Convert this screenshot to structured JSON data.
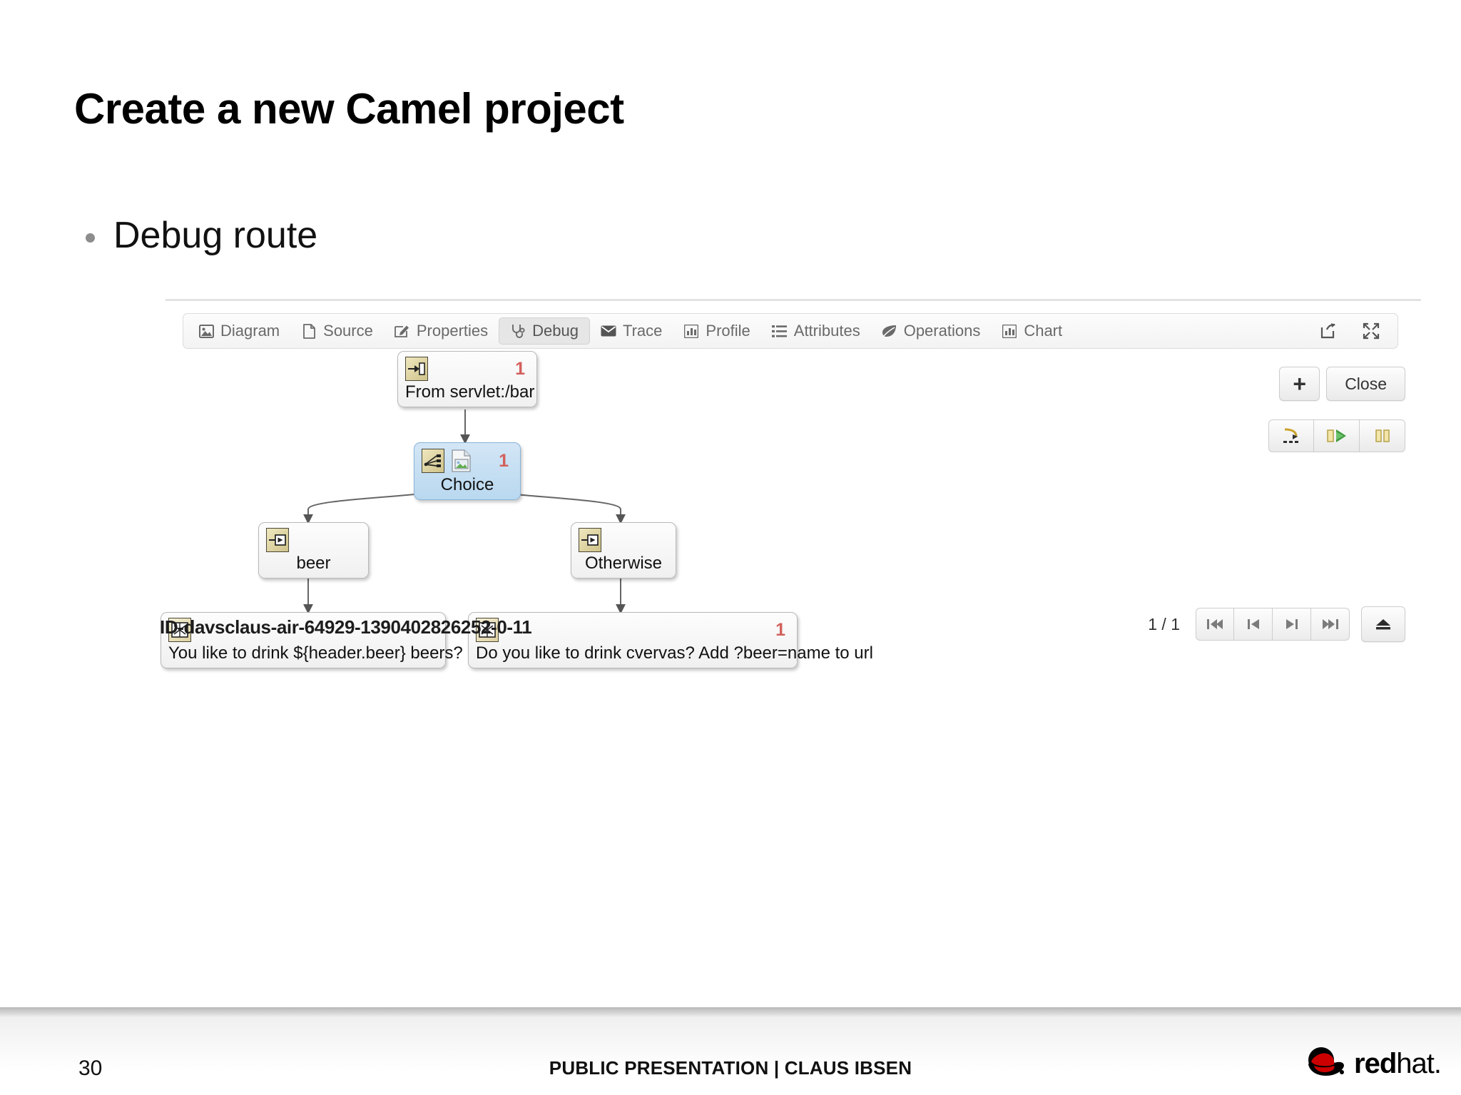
{
  "slide": {
    "title": "Create a new Camel project",
    "bullet": "Debug route",
    "page_number": "30",
    "footer_center": "PUBLIC PRESENTATION | CLAUS IBSEN",
    "logo_text_bold": "red",
    "logo_text_light": "hat.",
    "logo_color": "#cc0000"
  },
  "app": {
    "tabs": [
      {
        "label": "Diagram",
        "icon": "image-icon",
        "active": false
      },
      {
        "label": "Source",
        "icon": "file-icon",
        "active": false
      },
      {
        "label": "Properties",
        "icon": "edit-icon",
        "active": false
      },
      {
        "label": "Debug",
        "icon": "stethoscope-icon",
        "active": true
      },
      {
        "label": "Trace",
        "icon": "envelope-icon",
        "active": false
      },
      {
        "label": "Profile",
        "icon": "bar-chart-icon",
        "active": false
      },
      {
        "label": "Attributes",
        "icon": "list-icon",
        "active": false
      },
      {
        "label": "Operations",
        "icon": "leaf-icon",
        "active": false
      },
      {
        "label": "Chart",
        "icon": "bar-chart-icon",
        "active": false
      }
    ],
    "toolbar_right": [
      {
        "name": "external-link-icon"
      },
      {
        "name": "fullscreen-icon"
      }
    ],
    "debug_controls": {
      "add_label": "+",
      "close_label": "Close",
      "step_icon": "step-over-icon",
      "resume_icon": "resume-play-icon",
      "pause_icon": "pause-icon"
    },
    "pager": {
      "count": "1 / 1",
      "first": "first-page-icon",
      "prev": "previous-page-icon",
      "next": "next-page-icon",
      "last": "last-page-icon",
      "eject": "eject-icon"
    },
    "exchange_id": "ID-davsclaus-air-64929-1390402826252-0-11",
    "badge_color": "#d2605c",
    "selected_node_color": "#c2dcf0",
    "diagram": {
      "nodes": [
        {
          "id": "from",
          "label": "From servlet:/bar",
          "badge": "1",
          "selected": false,
          "icons": [
            "endpoint-in-icon"
          ]
        },
        {
          "id": "choice",
          "label": "Choice",
          "badge": "1",
          "selected": true,
          "icons": [
            "choice-icon",
            "image-node-icon"
          ]
        },
        {
          "id": "beer",
          "label": "beer",
          "badge": "",
          "selected": false,
          "icons": [
            "when-icon"
          ]
        },
        {
          "id": "otherwise",
          "label": "Otherwise",
          "badge": "",
          "selected": false,
          "icons": [
            "when-icon"
          ]
        },
        {
          "id": "msg-beer",
          "label": "You like to drink ${header.beer} beers?",
          "badge": "",
          "selected": false,
          "icons": [
            "transform-icon"
          ]
        },
        {
          "id": "msg-other",
          "label": "Do you like to drink cvervas? Add ?beer=name to url",
          "badge": "1",
          "selected": false,
          "icons": [
            "transform-icon"
          ]
        }
      ],
      "edges": [
        {
          "from": "from",
          "to": "choice"
        },
        {
          "from": "choice",
          "to": "beer"
        },
        {
          "from": "choice",
          "to": "otherwise"
        },
        {
          "from": "beer",
          "to": "msg-beer"
        },
        {
          "from": "otherwise",
          "to": "msg-other"
        }
      ]
    }
  }
}
